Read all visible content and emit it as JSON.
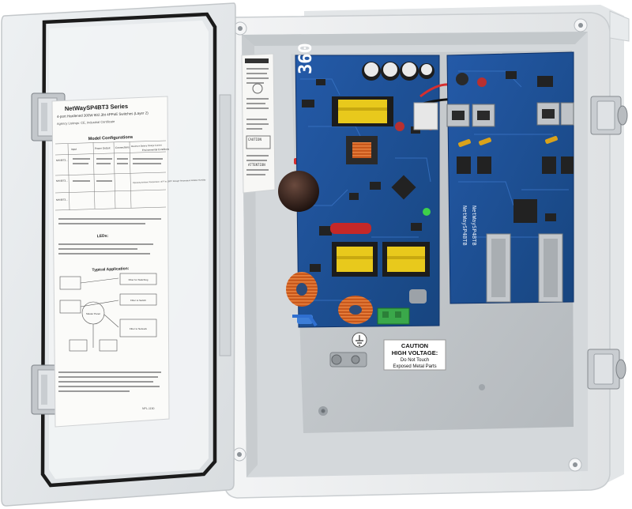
{
  "door_label": {
    "series": "NetWaySP4BT3 Series",
    "subtitle": "4-port Hardened 300W 802.3bt 4PPoE Switches (Layer 2)",
    "agency": "Agency Listings:   CE, Industrial Certificate",
    "model_heading": "Model Configurations",
    "col_headers": [
      "Input",
      "Power Output",
      "Connections",
      "Maximum Battery Charge Current",
      "Environmental Conditions"
    ],
    "row_models": [
      "NW4BT3...",
      "NW4BT3...",
      "NW4BT3..."
    ],
    "environment": "Operating Ambient Temperature -40°F to 158°F  Storage Temperature  Relative Humidity",
    "leds_heading": "LEDs:",
    "typical_heading": "Typical Application:",
    "diagram_labels": [
      "Master Panel",
      "Fiber for Switching",
      "Fiber to Switch",
      "Fiber to Network"
    ],
    "footer": "NPL-1150"
  },
  "compliance_label": {
    "caution": "CAUTION",
    "attention": "ATTENTION"
  },
  "pcb_power": {
    "brand": "360"
  },
  "pcb_switch": {
    "silk_lines": [
      "NetWaySP4BTB",
      "NetWaySP4BTB"
    ]
  },
  "caution_sticker": {
    "line1": "CAUTION",
    "line2": "HIGH VOLTAGE:",
    "line3": "Do Not Touch",
    "line4": "Exposed Metal Parts"
  },
  "colors": {
    "enclosure": "#e9ebec",
    "backplate": "#c7cbce",
    "pcb": "#1d4f9c",
    "pcb_dark": "#163f80",
    "gasket": "#1b1b1b",
    "copper": "#c8581c",
    "transformer": "#e8c91c"
  }
}
